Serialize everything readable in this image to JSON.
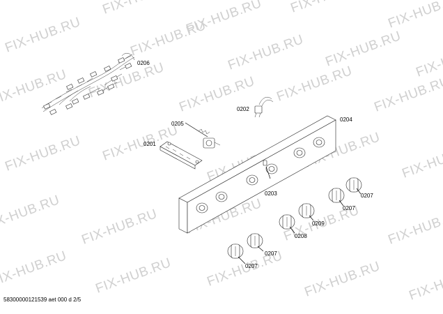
{
  "watermark": {
    "text": "FIX-HUB.RU"
  },
  "part_labels": {
    "wiring_harness": "0206",
    "thermostat_bracket": "0201",
    "spring_part": "0205",
    "clip_part": "0202",
    "control_panel": "0204",
    "indicator_lamp": "0203",
    "knob_right_upper": "0207",
    "knob_right_lower": "0207",
    "knob_mid": "0209",
    "knob_mid_lower": "0208",
    "knob_left": "0207"
  },
  "footer": {
    "reference": "58300000121539 aet 000 d 2/5"
  }
}
